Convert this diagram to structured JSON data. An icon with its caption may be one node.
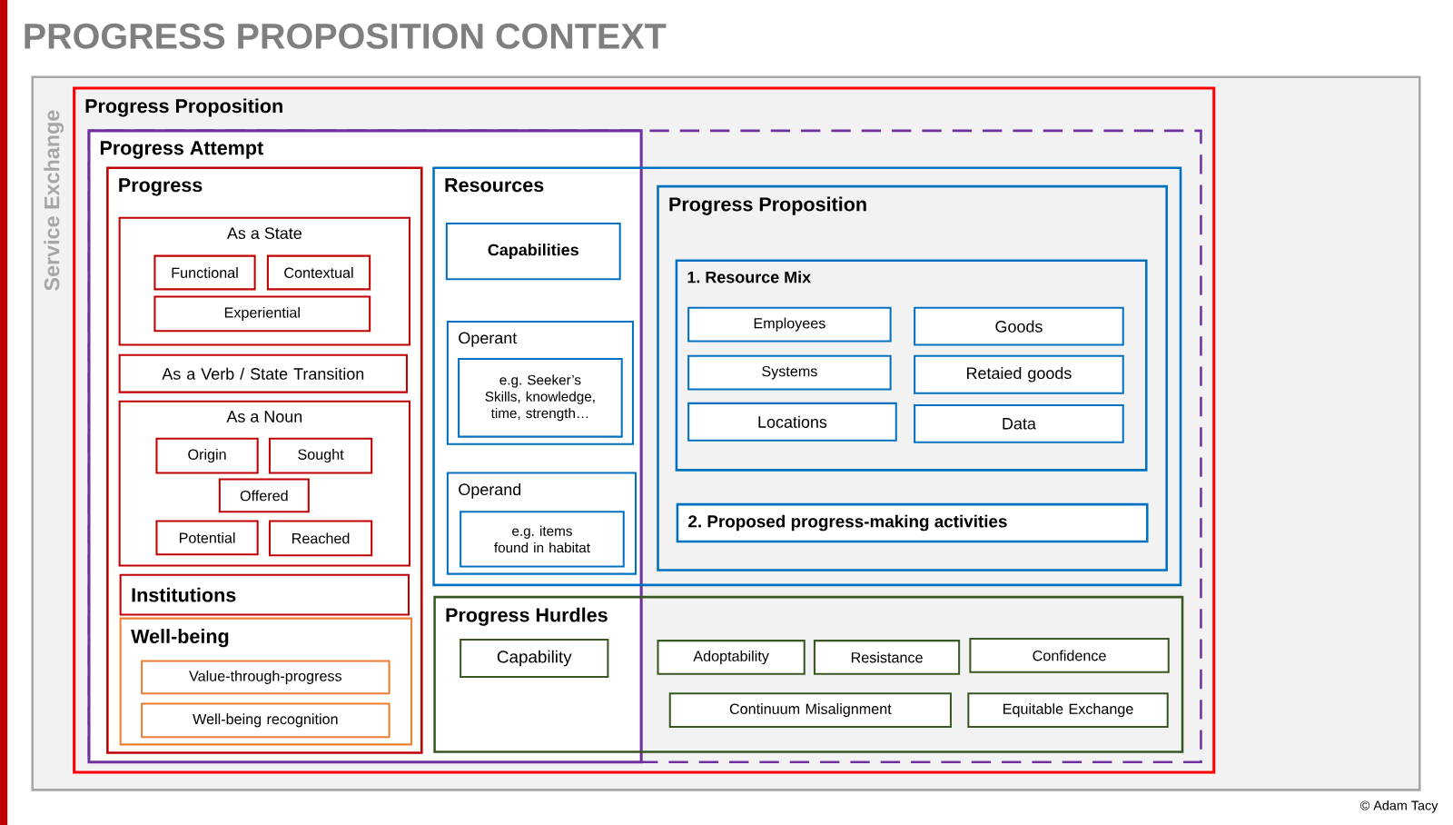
{
  "diagram": {
    "title": "PROGRESS PROPOSITION CONTEXT",
    "nodes": [
      {
        "text": [
          "Service Exchange"
        ]
      },
      {
        "text": [
          "Progress Proposition"
        ],
        "in": 0
      },
      {
        "text": [
          "Progress Attempt"
        ],
        "in": 1
      },
      {
        "text": [
          "Progress"
        ],
        "in": 2
      },
      {
        "text": [
          "As a State"
        ],
        "in": 3
      },
      {
        "text": [
          "Functional"
        ],
        "in": 4
      },
      {
        "text": [
          "Contextual"
        ],
        "in": 4
      },
      {
        "text": [
          "Experiential"
        ],
        "in": 4
      },
      {
        "text": [
          "As a Verb / State Transition"
        ],
        "in": 3
      },
      {
        "text": [
          "As a Noun"
        ],
        "in": 3
      },
      {
        "text": [
          "Origin"
        ],
        "in": 9
      },
      {
        "text": [
          "Sought"
        ],
        "in": 9
      },
      {
        "text": [
          "Offered"
        ],
        "in": 9
      },
      {
        "text": [
          "Potential"
        ],
        "in": 9
      },
      {
        "text": [
          "Reached"
        ],
        "in": 9
      },
      {
        "text": [
          "Institutions"
        ],
        "in": 3
      },
      {
        "text": [
          "Well-being"
        ],
        "in": 3
      },
      {
        "text": [
          "Value-through-progress"
        ],
        "in": 16
      },
      {
        "text": [
          "Well-being recognition"
        ],
        "in": 16
      },
      {
        "text": [
          "Resources"
        ],
        "in": 1
      },
      {
        "text": [
          "Capabilities"
        ]
      },
      {
        "text": [
          "Operant"
        ]
      },
      {
        "text": [
          "e.g. Seeker’s Skills, knowledge, time, strength…"
        ],
        "in": 21
      },
      {
        "text": [
          "Operand"
        ]
      },
      {
        "text": [
          "e.g. items found in habitat"
        ],
        "in": 23
      },
      {
        "text": [
          "Progress Proposition"
        ],
        "in": 19
      },
      {
        "text": [
          "1. Resource Mix"
        ],
        "in": 25
      },
      {
        "text": [
          "Employees"
        ],
        "in": 26
      },
      {
        "text": [
          "Goods"
        ],
        "in": 26
      },
      {
        "text": [
          "Systems"
        ],
        "in": 26
      },
      {
        "text": [
          "Retaied goods"
        ],
        "in": 26
      },
      {
        "text": [
          "Locations"
        ],
        "in": 26
      },
      {
        "text": [
          "Data"
        ],
        "in": 26
      },
      {
        "text": [
          "2. Proposed progress-making activities"
        ],
        "in": 25
      },
      {
        "text": [
          "Progress Hurdles"
        ],
        "in": 1
      },
      {
        "text": [
          "Capability"
        ]
      },
      {
        "text": [
          "Adoptability"
        ],
        "in": 34
      },
      {
        "text": [
          "Resistance"
        ],
        "in": 34
      },
      {
        "text": [
          "Confidence"
        ],
        "in": 34
      },
      {
        "text": [
          "Continuum Misalignment"
        ],
        "in": 34
      },
      {
        "text": [
          "Equitable Exchange"
        ],
        "in": 34
      }
    ],
    "labels": [
      "© Adam Tacy"
    ]
  }
}
